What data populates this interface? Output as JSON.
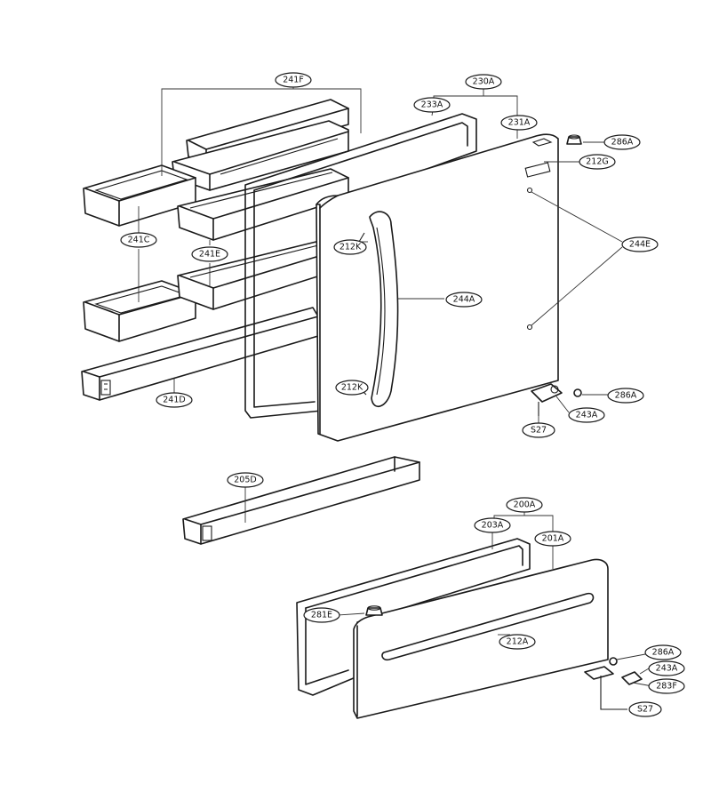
{
  "labels": {
    "241F": "241F",
    "230A": "230A",
    "233A": "233A",
    "231A": "231A",
    "286A_top": "286A",
    "212G": "212G",
    "244E": "244E",
    "241C": "241C",
    "212K_top": "212K",
    "241E": "241E",
    "244A": "244A",
    "212K_bottom": "212K",
    "286A_mid": "286A",
    "243A_mid": "243A",
    "S27_mid": "S27",
    "241D": "241D",
    "205D": "205D",
    "200A": "200A",
    "203A": "203A",
    "201A": "201A",
    "281E": "281E",
    "212A": "212A",
    "286A_low": "286A",
    "243A_low": "243A",
    "283F": "283F",
    "S27_low": "S27"
  }
}
